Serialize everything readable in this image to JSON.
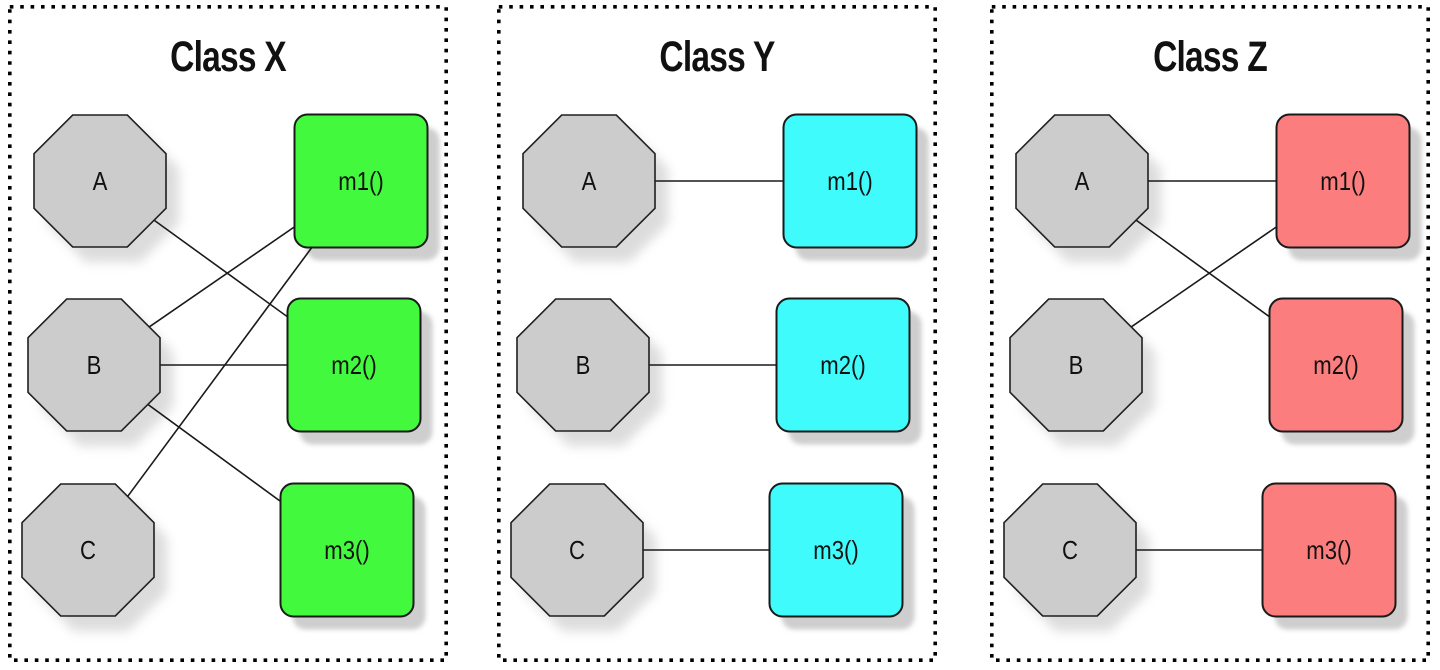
{
  "figure": {
    "description": "Cohesion diagram of three classes showing attribute-to-method connections",
    "colors": {
      "octagon_fill": "#cccccc",
      "octagon_stroke": "#1f1f1f",
      "box_stroke": "#1a1a1a",
      "line": "#1a1a1a",
      "panel_border": "#000000",
      "box_shadow": "#c9c9c9",
      "octagon_shadow": "#d6d6d6",
      "background": "#ffffff"
    },
    "panels": [
      {
        "id": "class-x",
        "title": "Class X",
        "method_color": "#42f93e",
        "attributes": [
          "A",
          "B",
          "C"
        ],
        "methods": [
          "m1()",
          "m2()",
          "m3()"
        ],
        "connections": [
          [
            "A",
            "m2()"
          ],
          [
            "B",
            "m1()"
          ],
          [
            "B",
            "m2()"
          ],
          [
            "B",
            "m3()"
          ],
          [
            "C",
            "m1()"
          ]
        ]
      },
      {
        "id": "class-y",
        "title": "Class Y",
        "method_color": "#3ffbfb",
        "attributes": [
          "A",
          "B",
          "C"
        ],
        "methods": [
          "m1()",
          "m2()",
          "m3()"
        ],
        "connections": [
          [
            "A",
            "m1()"
          ],
          [
            "B",
            "m2()"
          ],
          [
            "C",
            "m3()"
          ]
        ]
      },
      {
        "id": "class-z",
        "title": "Class Z",
        "method_color": "#fb7d7d",
        "attributes": [
          "A",
          "B",
          "C"
        ],
        "methods": [
          "m1()",
          "m2()",
          "m3()"
        ],
        "connections": [
          [
            "A",
            "m1()"
          ],
          [
            "A",
            "m2()"
          ],
          [
            "B",
            "m1()"
          ],
          [
            "C",
            "m3()"
          ]
        ]
      }
    ]
  }
}
